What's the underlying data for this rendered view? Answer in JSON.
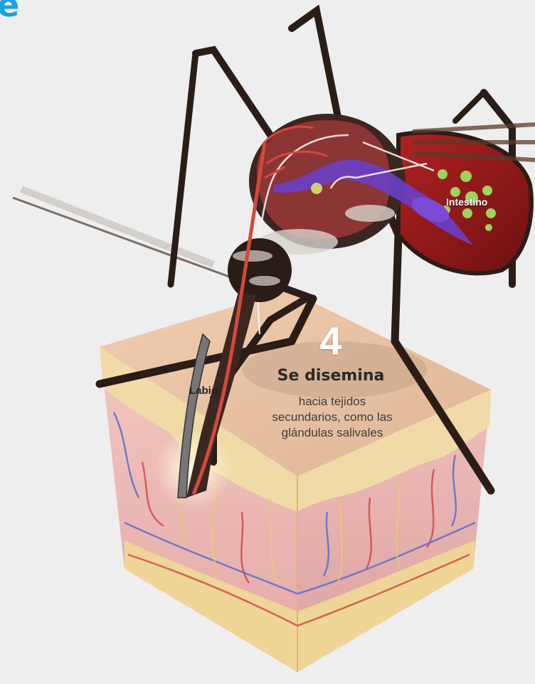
{
  "header": {
    "corner_letter": "e"
  },
  "step": {
    "number": "4",
    "title": "Se disemina",
    "description": "hacia tejidos secundarios, como las glándulas salivales"
  },
  "labels": {
    "labio": "Labio",
    "intestino": "Intestino"
  },
  "colors": {
    "accent": "#1aa3e0",
    "background": "#eeeeee",
    "skin_top": "#e8c4a6",
    "skin_face": "#efbdb8",
    "fat_layer": "#eed9a0",
    "blood_vessel_red": "#d24b4b",
    "blood_vessel_blue": "#5a6fd0",
    "mosquito_body": "#2a1d18",
    "virus_green": "#9ed45a",
    "gland_purple": "#6a3fc8"
  }
}
